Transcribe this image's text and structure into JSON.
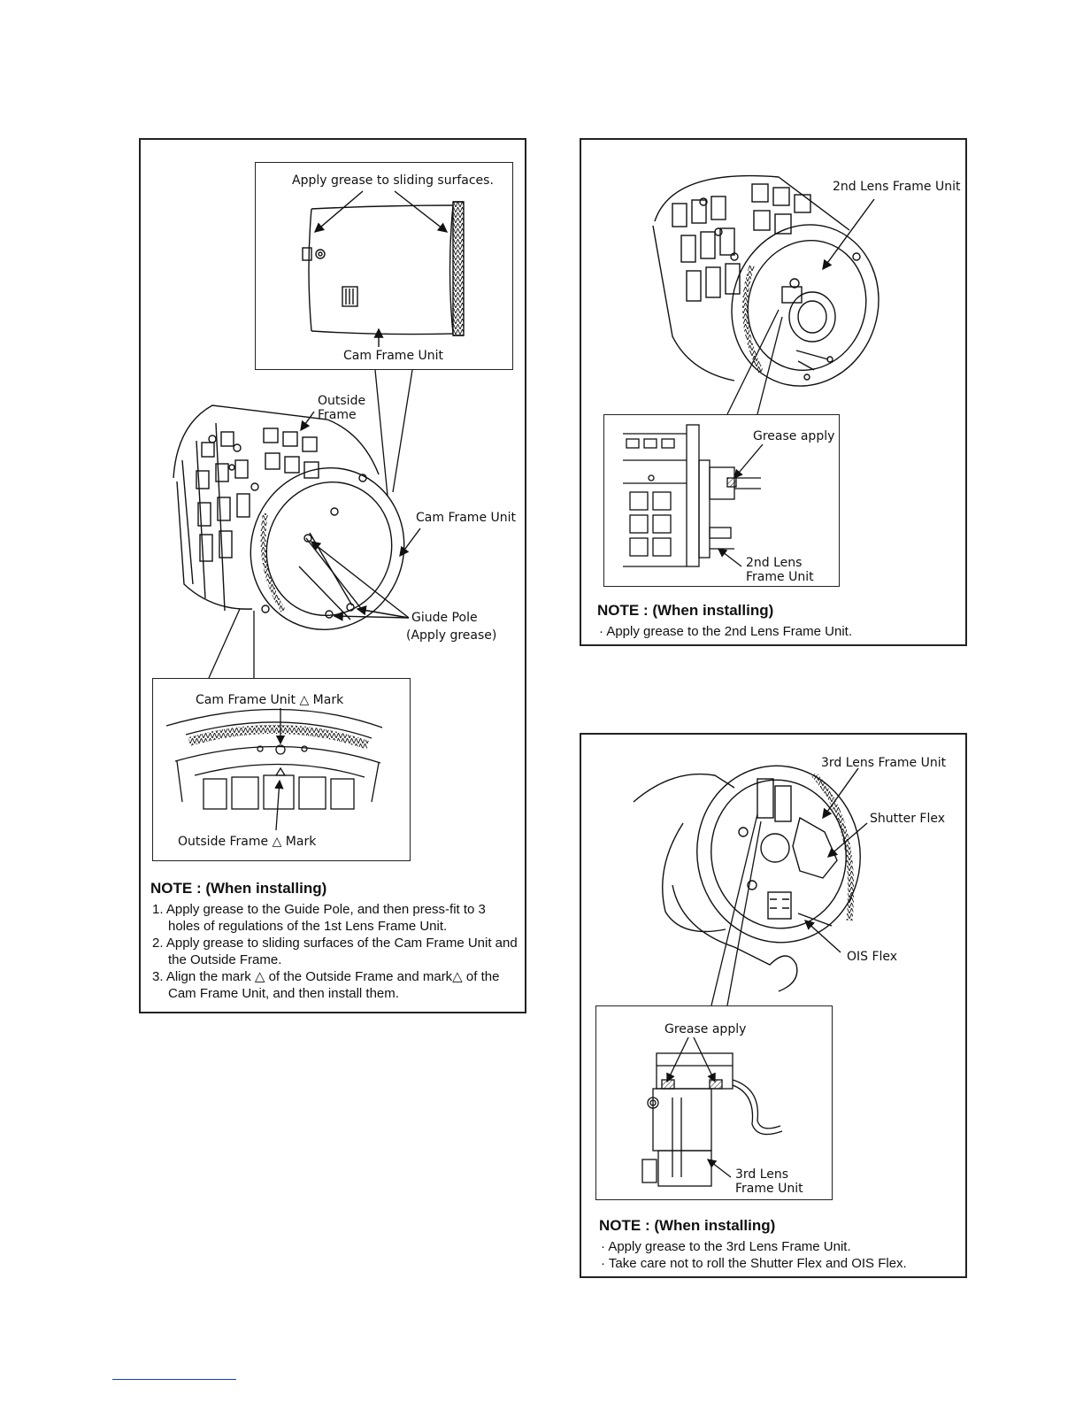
{
  "panel_cam_frame": {
    "inset_top": {
      "label_grease": "Apply grease to sliding surfaces.",
      "label_unit": "Cam Frame Unit"
    },
    "main": {
      "label_outside_frame_1": "Outside",
      "label_outside_frame_2": "Frame",
      "label_cam_frame_unit": "Cam Frame Unit",
      "label_guide_pole": "Giude Pole",
      "label_apply_grease": "(Apply grease)"
    },
    "inset_bottom": {
      "label_cam_mark": "Cam Frame Unit △ Mark",
      "label_outside_mark": "Outside Frame △ Mark"
    },
    "note": {
      "title": "NOTE : (When installing)",
      "steps": [
        "1. Apply grease to the Guide Pole, and then press-fit to 3 holes of regulations of the 1st Lens Frame Unit.",
        "2. Apply grease to sliding surfaces of the Cam Frame Unit and the Outside Frame.",
        "3. Align the mark △ of the Outside Frame and mark△ of the Cam Frame Unit, and then install them."
      ]
    }
  },
  "panel_2nd_lens": {
    "label_unit": "2nd Lens Frame Unit",
    "inset": {
      "label_grease": "Grease apply",
      "label_unit_1": "2nd Lens",
      "label_unit_2": "Frame Unit"
    },
    "note": {
      "title": "NOTE : (When installing)",
      "bullets": [
        "· Apply grease to the 2nd Lens Frame Unit."
      ]
    }
  },
  "panel_3rd_lens": {
    "label_unit": "3rd Lens Frame Unit",
    "label_shutter_flex": "Shutter Flex",
    "label_ois_flex": "OIS Flex",
    "inset": {
      "label_grease": "Grease apply",
      "label_unit_1": "3rd Lens",
      "label_unit_2": "Frame Unit"
    },
    "note": {
      "title": "NOTE : (When installing)",
      "bullets": [
        "· Apply grease to the 3rd Lens Frame Unit.",
        "· Take care not to roll the Shutter Flex and OIS Flex."
      ]
    }
  },
  "footer": {
    "rule_color": "#1a3cc9"
  }
}
